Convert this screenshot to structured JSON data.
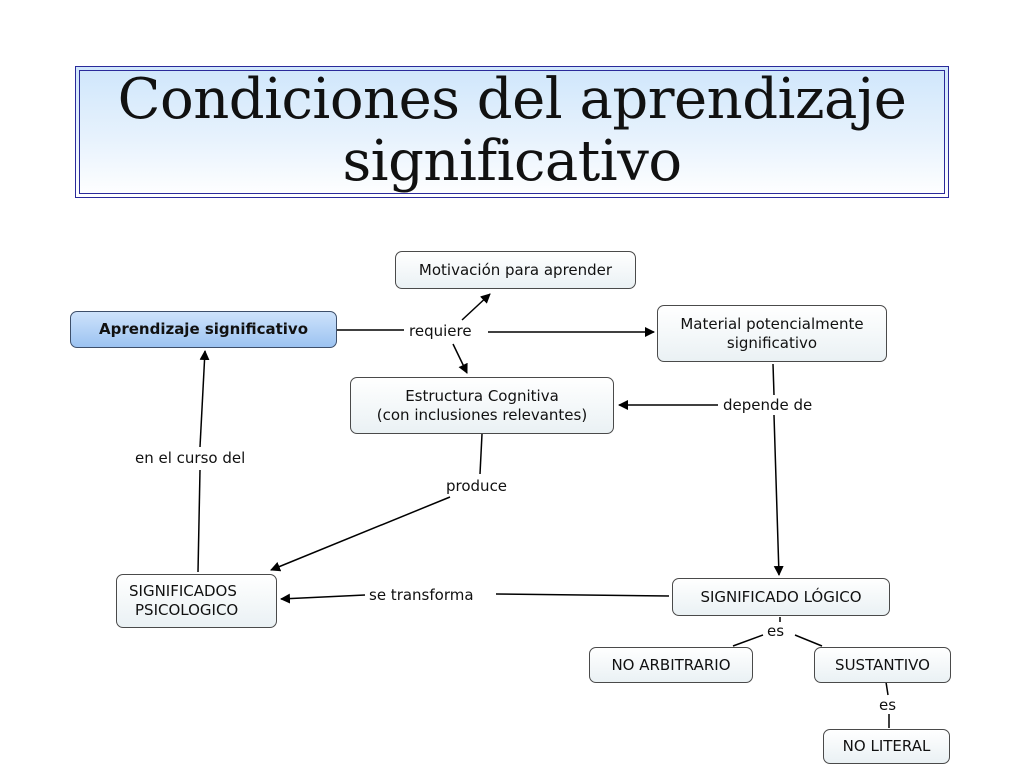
{
  "title": {
    "line1": "Condiciones del aprendizaje",
    "line2": "significativo"
  },
  "nodes": {
    "aprendizaje": "Aprendizaje significativo",
    "motivacion": "Motivación para aprender",
    "material": [
      "Material potencialmente",
      "significativo"
    ],
    "estructura": [
      "Estructura Cognitiva",
      "(con inclusiones relevantes)"
    ],
    "psicologico": [
      "SIGNIFICADOS",
      "PSICOLOGICO"
    ],
    "logico": "SIGNIFICADO LÓGICO",
    "no_arbitrario": "NO ARBITRARIO",
    "sustantivo": "SUSTANTIVO",
    "no_literal": "NO LITERAL"
  },
  "links": {
    "requiere": "requiere",
    "depende_de": "depende de",
    "en_el_curso_del": "en el curso del",
    "produce": "produce",
    "se_transforma": "se transforma",
    "es_1": "es",
    "es_2": "es"
  }
}
